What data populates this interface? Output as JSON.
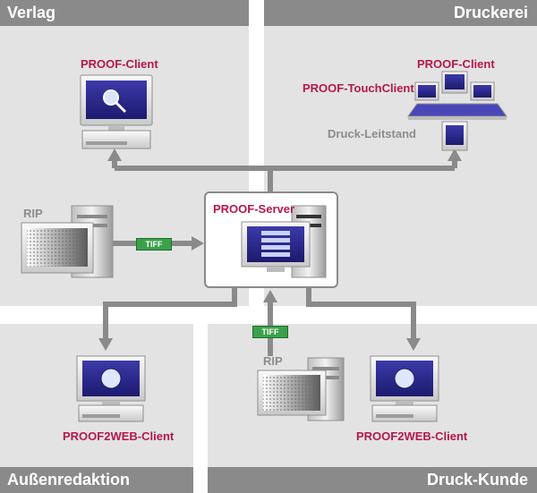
{
  "zones": {
    "verlag": "Verlag",
    "druckerei": "Druckerei",
    "aussenredaktion": "Außenredaktion",
    "druck_kunde": "Druck-Kunde"
  },
  "nodes": {
    "verlag_client": "PROOF-Client",
    "druckerei_client": "PROOF-Client",
    "touch_client": "PROOF-TouchClient",
    "leitstand": "Druck-Leitstand",
    "rip_left": "RIP",
    "server": "PROOF-Server",
    "rip_bottom": "RIP",
    "web_client_left": "PROOF2WEB-Client",
    "web_client_right": "PROOF2WEB-Client"
  },
  "connections": {
    "tiff_left": "TIFF",
    "tiff_bottom": "TIFF"
  },
  "colors": {
    "zone_bg": "#e3e3e3",
    "zone_bar": "#8a8a8a",
    "label_accent": "#b5174b",
    "tiff_green": "#3aa14a",
    "arrow": "#8a8a8a"
  }
}
